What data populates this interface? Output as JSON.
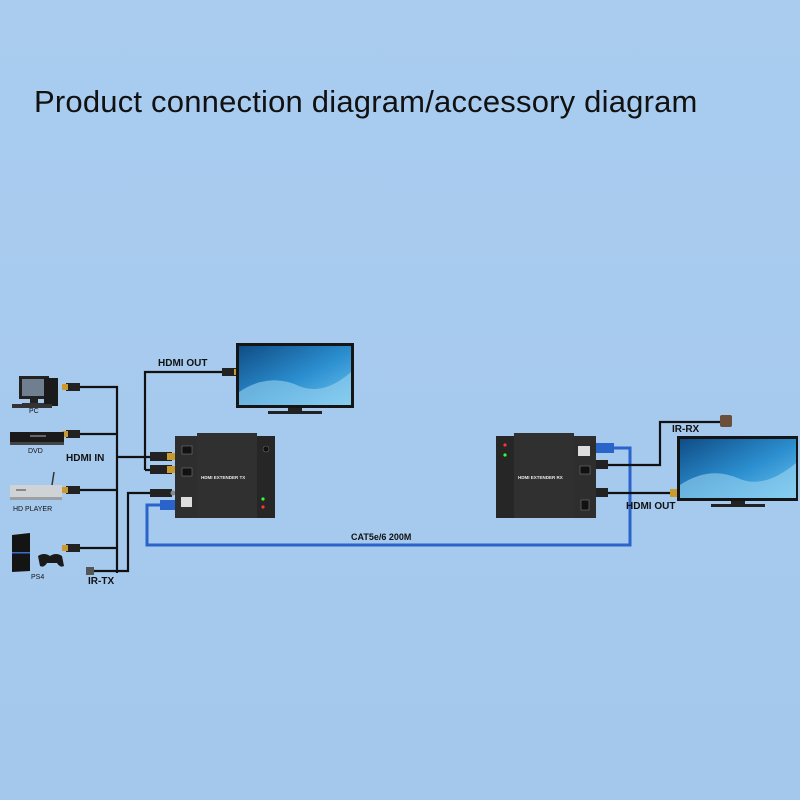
{
  "title": "Product connection diagram/accessory diagram",
  "labels": {
    "pc": "PC",
    "dvd": "DVD",
    "hd_player": "HD PLAYER",
    "ps4": "PS4",
    "hdmi_in": "HDMI IN",
    "hdmi_out_tx": "HDMI OUT",
    "ir_tx": "IR-TX",
    "ir_rx": "IR-RX",
    "hdmi_out_rx": "HDMI OUT",
    "cable": "CAT5e/6 200M",
    "tx_box": "HDMI EXTENDER TX",
    "rx_box": "HDMI EXTENDER RX"
  },
  "colors": {
    "background": "#a8cbee",
    "cable_blue": "#2a63c9",
    "wire_black": "#111111",
    "device_dark": "#2a2a2a"
  }
}
